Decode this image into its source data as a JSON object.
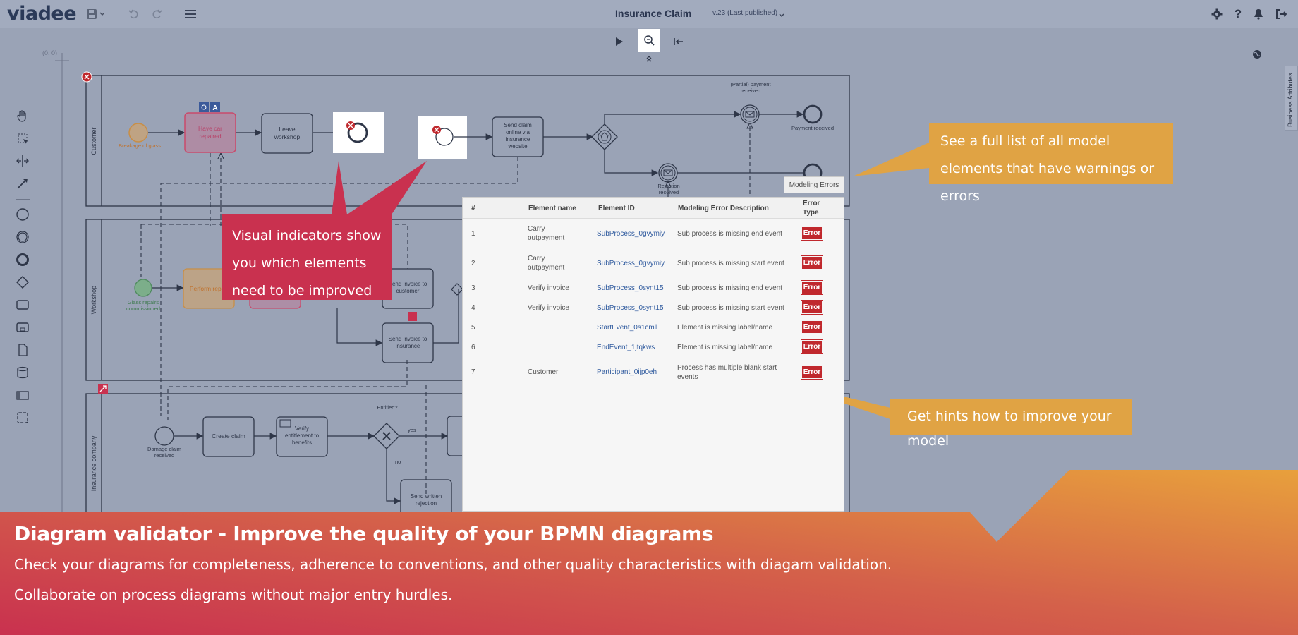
{
  "app": {
    "logo": "viadee",
    "title": "Insurance Claim",
    "version": "v.23 (Last published)",
    "coords": "(0, 0)",
    "business_attributes": "Business Attributes"
  },
  "diagram": {
    "lanes": [
      "Customer",
      "Workshop",
      "Insurance company"
    ],
    "nodes": {
      "breakage": "Breakage of glass",
      "have_car": "Have car repaired",
      "leave_workshop": "Leave workshop",
      "send_claim": "Send claim online via insurance website",
      "partial_payment": "(Partial) payment received",
      "payment_received": "Payment received",
      "rejection_received": "Rejection received",
      "glass_repairs": "Glass repairs commissioned",
      "perform_repair": "Perform repair",
      "send_invoice_customer": "Send invoice to customer",
      "send_invoice_insurance": "Send invoice to insurance",
      "damage_claim": "Damage claim received",
      "create_claim": "Create claim",
      "verify_entitlement": "Verify entitlement to benefits",
      "entitled": "Entitled?",
      "yes": "yes",
      "no": "no",
      "send_rejection": "Send written rejection"
    }
  },
  "errors": {
    "tab_label": "Modeling Errors",
    "headers": [
      "#",
      "Element name",
      "Element ID",
      "Modeling Error Description",
      "Error Type"
    ],
    "rows": [
      {
        "num": "1",
        "name": "Carry outpayment",
        "id": "SubProcess_0gvymiy",
        "desc": "Sub process is missing end event",
        "type": "Error"
      },
      {
        "num": "2",
        "name": "Carry outpayment",
        "id": "SubProcess_0gvymiy",
        "desc": "Sub process is missing start event",
        "type": "Error"
      },
      {
        "num": "3",
        "name": "Verify invoice",
        "id": "SubProcess_0synt15",
        "desc": "Sub process is missing end event",
        "type": "Error"
      },
      {
        "num": "4",
        "name": "Verify invoice",
        "id": "SubProcess_0synt15",
        "desc": "Sub process is missing start event",
        "type": "Error"
      },
      {
        "num": "5",
        "name": "",
        "id": "StartEvent_0s1cmll",
        "desc": "Element is missing label/name",
        "type": "Error"
      },
      {
        "num": "6",
        "name": "",
        "id": "EndEvent_1jtqkws",
        "desc": "Element is missing label/name",
        "type": "Error"
      },
      {
        "num": "7",
        "name": "Customer",
        "id": "Participant_0ijp0eh",
        "desc": "Process has multiple blank start events",
        "type": "Error"
      }
    ]
  },
  "callouts": {
    "visual": "Visual indicators show you which elements need to be improved",
    "list": "See a full list of all model elements that have warnings or errors",
    "hints": "Get hints how to improve your model"
  },
  "banner": {
    "title": "Diagram validator - Improve the quality of your BPMN diagrams",
    "line1": "Check your diagrams for completeness, adherence to conventions, and other quality characteristics with diagam validation.",
    "line2": "Collaborate on process diagrams without major entry hurdles."
  },
  "colors": {
    "accent_red": "#c9314f",
    "accent_orange": "#e0a344",
    "error_badge": "#c0282d",
    "canvas_bg": "#9aa3b6"
  }
}
